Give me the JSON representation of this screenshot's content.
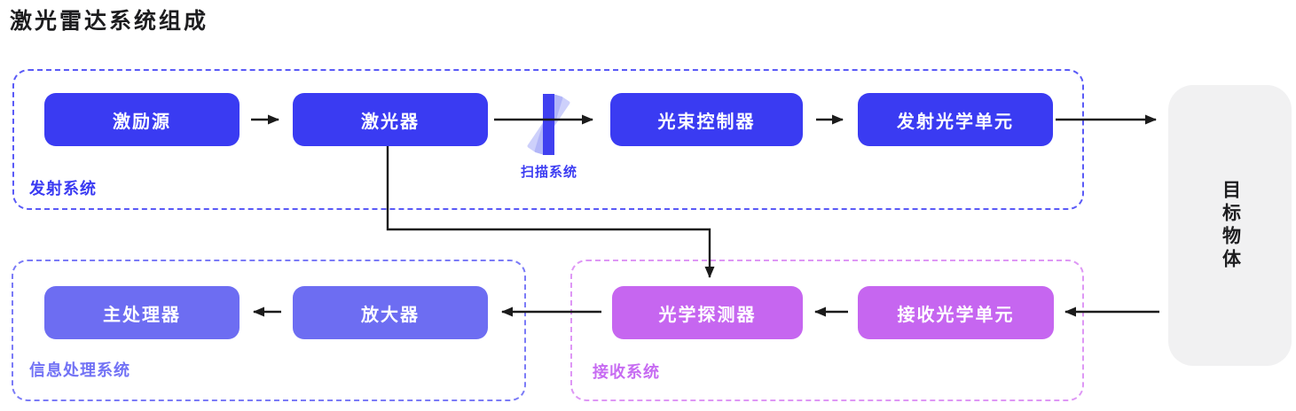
{
  "title": "激光雷达系统组成",
  "groups": {
    "transmit": {
      "label": "发射系统",
      "boxes": [
        {
          "label": "激励源"
        },
        {
          "label": "激光器"
        },
        {
          "label": "光束控制器"
        },
        {
          "label": "发射光学单元"
        }
      ]
    },
    "scanner": {
      "label": "扫描系统"
    },
    "info": {
      "label": "信息处理系统",
      "boxes": [
        {
          "label": "主处理器"
        },
        {
          "label": "放大器"
        }
      ]
    },
    "receive": {
      "label": "接收系统",
      "boxes": [
        {
          "label": "光学探测器"
        },
        {
          "label": "接收光学单元"
        }
      ]
    },
    "target": {
      "label": "目标物体"
    }
  },
  "connections": [
    {
      "from": "激励源",
      "to": "激光器"
    },
    {
      "from": "激光器",
      "to": "光束控制器",
      "via": "扫描系统"
    },
    {
      "from": "光束控制器",
      "to": "发射光学单元"
    },
    {
      "from": "发射光学单元",
      "to": "目标物体"
    },
    {
      "from": "激光器",
      "to": "光学探测器"
    },
    {
      "from": "目标物体",
      "to": "接收光学单元"
    },
    {
      "from": "接收光学单元",
      "to": "光学探测器"
    },
    {
      "from": "光学探测器",
      "to": "放大器"
    },
    {
      "from": "放大器",
      "to": "主处理器"
    }
  ],
  "colors": {
    "primary_blue": "#3a3bf2",
    "periwinkle": "#6d6df2",
    "orchid": "#c666f0",
    "transmit_border": "#5a5af7",
    "info_border": "#7b7bf7",
    "receive_border": "#de97f5",
    "transmit_label": "#3a3af2",
    "info_label": "#7272f5",
    "receive_label": "#c76cf2",
    "scanner_label": "#3c3cf2",
    "scan_bar": "#4040f0",
    "scan_ghost": "#b2b6f8",
    "target_bg": "#f1f1f2",
    "arrow": "#1b1b1b",
    "title_text": "#1d1d1f"
  }
}
